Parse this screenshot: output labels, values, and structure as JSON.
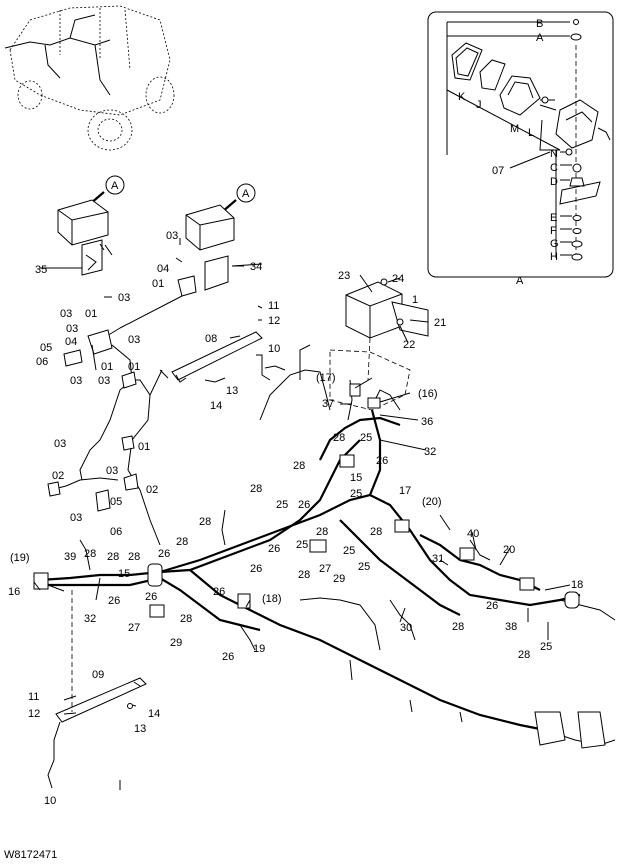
{
  "drawing_code": "W8172471",
  "detail": {
    "title": "A",
    "parts_right": [
      "B",
      "A",
      "N",
      "C",
      "D",
      "E",
      "F",
      "G",
      "H"
    ],
    "parts_left": [
      "K",
      "J",
      "M",
      "L"
    ],
    "ref_07": "07"
  },
  "callouts": {
    "A_left": "A",
    "A_right": "A",
    "p35": "35",
    "p34": "34",
    "p03": "03",
    "p04": "04",
    "p01": "01",
    "p05": "05",
    "p06": "06",
    "p02": "02",
    "p08": "08",
    "p09": "09",
    "p10": "10",
    "p11": "11",
    "p12": "12",
    "p13": "13",
    "p14": "14",
    "p15": "15",
    "p16": "16",
    "p17": "17",
    "p18": "18",
    "p19": "19",
    "p20": "20",
    "p21": "21",
    "p22": "22",
    "p23": "23",
    "p24": "24",
    "p25": "25",
    "p26": "26",
    "p27": "27",
    "p28": "28",
    "p29": "29",
    "p30": "30",
    "p31": "31",
    "p32": "32",
    "p36": "36",
    "p37": "37",
    "p38": "38",
    "p39": "39",
    "p40": "40",
    "p16p": "(16)",
    "p17p": "(17)",
    "p18p": "(18)",
    "p19p": "(19)",
    "p20p": "(20)",
    "p1": "1"
  }
}
